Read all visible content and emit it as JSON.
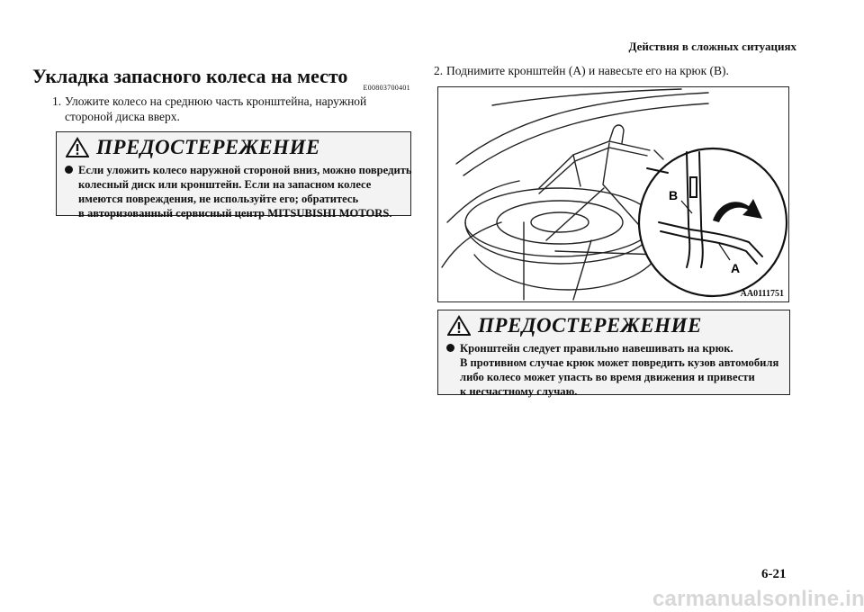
{
  "header": {
    "section_title": "Действия в сложных ситуациях"
  },
  "left": {
    "title": "Укладка запасного колеса на место",
    "code": "E00803700401",
    "step1": {
      "number": "1.",
      "lines": [
        "Уложите колесо на среднюю часть кронштейна, наружной",
        "стороной диска вверх."
      ]
    },
    "warning": {
      "title": "ПРЕДОСТЕРЕЖЕНИЕ",
      "lines": [
        "Если уложить колесо наружной стороной вниз, можно повредить",
        "колесный диск или кронштейн. Если на запасном колесе",
        "имеются повреждения, не используйте его; обратитесь",
        "в авторизованный сервисный центр MITSUBISHI MOTORS."
      ]
    }
  },
  "right": {
    "step2": {
      "number": "2.",
      "text": "Поднимите кронштейн (A) и навесьте его на крюк (B)."
    },
    "figure": {
      "label_b": "B",
      "label_a": "A",
      "code": "AA0111751"
    },
    "warning": {
      "title": "ПРЕДОСТЕРЕЖЕНИЕ",
      "lines": [
        "Кронштейн следует правильно навешивать на крюк.",
        "В противном случае крюк может повредить кузов автомобиля",
        "либо колесо может упасть во время движения и привести",
        "к несчастному случаю."
      ]
    }
  },
  "footer": {
    "page_number": "6-21",
    "watermark": "carmanualsonline.info"
  }
}
